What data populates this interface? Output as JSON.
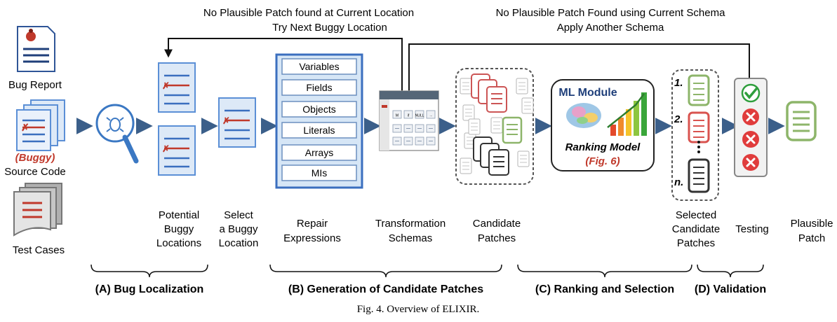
{
  "feedback": {
    "location_line1": "No Plausible Patch found at Current Location",
    "location_line2": "Try Next Buggy Location",
    "schema_line1": "No Plausible Patch Found using Current Schema",
    "schema_line2": "Apply Another Schema"
  },
  "inputs": {
    "bug_report": "Bug Report",
    "buggy_label": "(Buggy)",
    "source_code": "Source Code",
    "test_cases": "Test Cases"
  },
  "stages": {
    "potential_locations": [
      "Potential",
      "Buggy",
      "Locations"
    ],
    "select_location": [
      "Select",
      "a Buggy",
      "Location"
    ],
    "repair_expressions": [
      "Repair",
      "Expressions"
    ],
    "transformation_schemas": [
      "Transformation",
      "Schemas"
    ],
    "candidate_patches": [
      "Candidate",
      "Patches"
    ],
    "selected_patches": [
      "Selected",
      "Candidate",
      "Patches"
    ],
    "testing": "Testing",
    "plausible_patch": [
      "Plausible",
      "Patch"
    ]
  },
  "repair_expression_items": [
    "Variables",
    "Fields",
    "Objects",
    "Literals",
    "Arrays",
    "MIs"
  ],
  "schema_cells": [
    "M",
    "if",
    "NULL",
    "→"
  ],
  "ml_module": {
    "title": "ML Module",
    "model": "Ranking Model",
    "ref": "(Fig. 6)"
  },
  "ranks": [
    "1.",
    "2.",
    "n."
  ],
  "phases": [
    "(A) Bug Localization",
    "(B) Generation of Candidate Patches",
    "(C) Ranking and Selection",
    "(D) Validation"
  ],
  "caption": {
    "prefix": "Fig. 4.  Overview of ",
    "name": "ELIXIR",
    "suffix": "."
  },
  "colors": {
    "doc_blue": "#5b8fd6",
    "doc_blue_fill": "#dde9f7",
    "bug_red": "#c0392b",
    "arrow": "#3b5f8a",
    "green": "#8db56a",
    "red_icon": "#e03c3c",
    "check_green": "#2e9e3c"
  }
}
